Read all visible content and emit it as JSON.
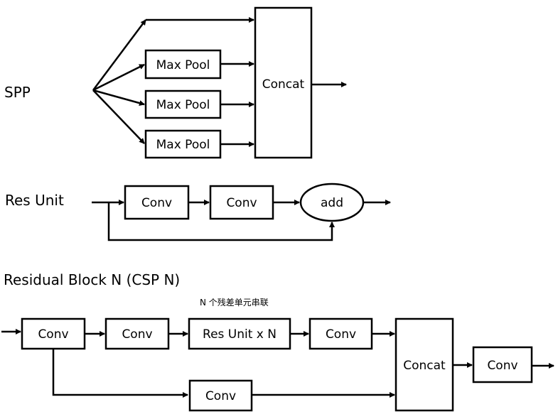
{
  "spp": {
    "title": "SPP",
    "pool_labels": [
      "Max Pool",
      "Max Pool",
      "Max Pool"
    ],
    "concat_label": "Concat"
  },
  "res_unit": {
    "title": "Res Unit",
    "conv1": "Conv",
    "conv2": "Conv",
    "add": "add"
  },
  "csp": {
    "title": "Residual Block N (CSP N)",
    "note": "N 个残差单元串联",
    "conv_in": "Conv",
    "conv_a": "Conv",
    "res_units": "Res Unit x N",
    "conv_b": "Conv",
    "conv_shortcut": "Conv",
    "concat": "Concat",
    "conv_out": "Conv"
  }
}
